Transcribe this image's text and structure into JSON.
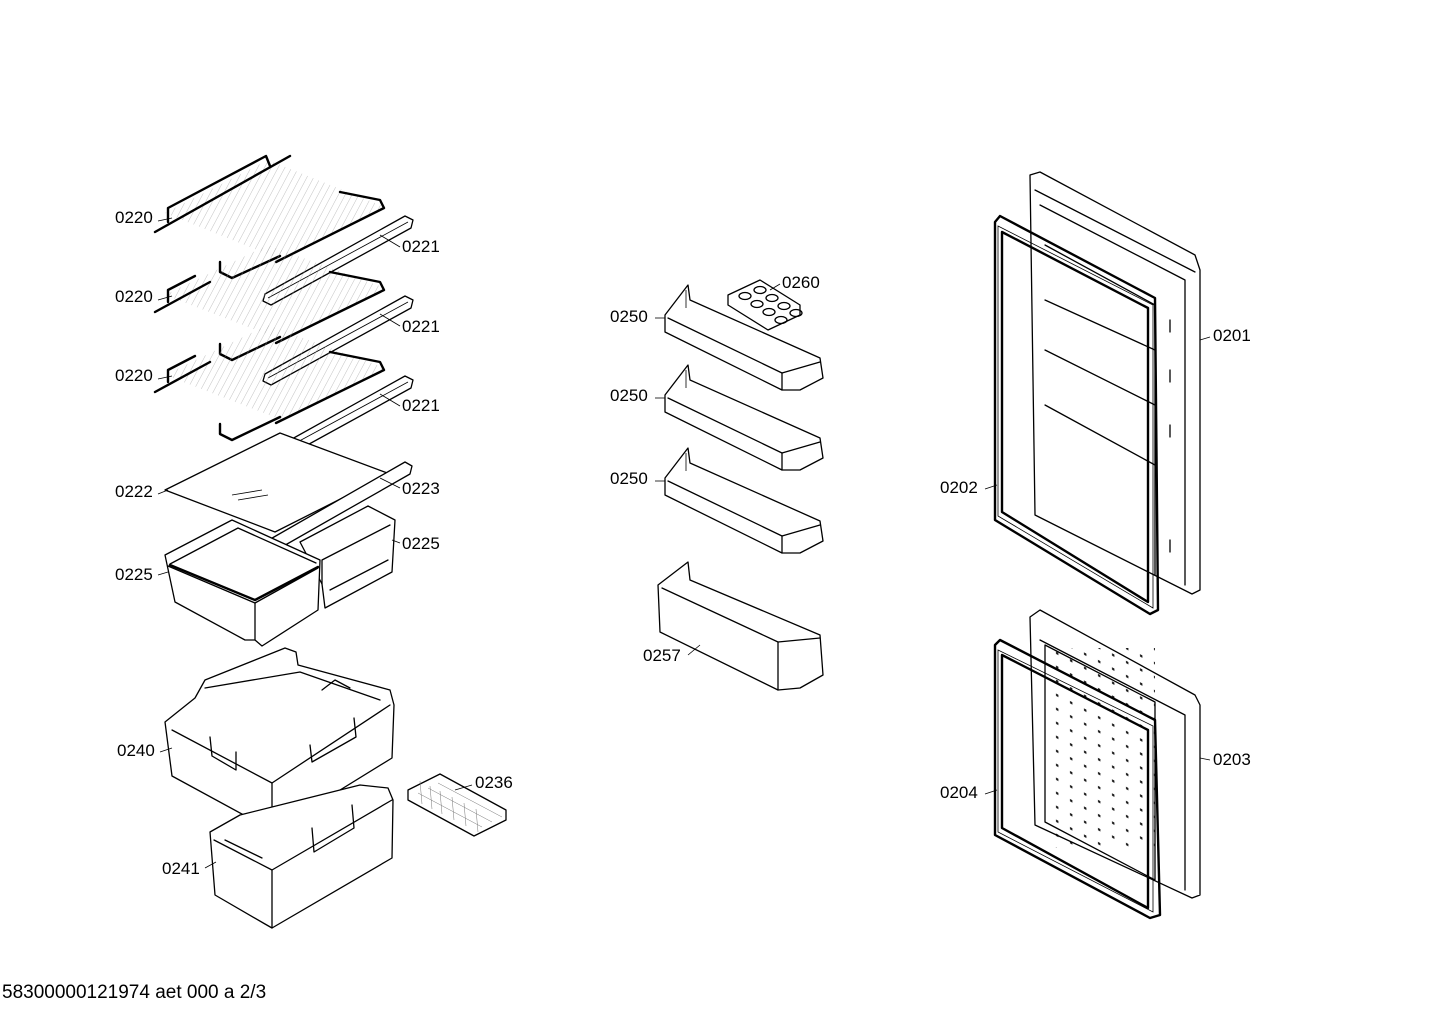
{
  "parts": [
    {
      "id": "p1",
      "label": "0220"
    },
    {
      "id": "p2",
      "label": "0221"
    },
    {
      "id": "p3",
      "label": "0220"
    },
    {
      "id": "p4",
      "label": "0221"
    },
    {
      "id": "p5",
      "label": "0220"
    },
    {
      "id": "p6",
      "label": "0221"
    },
    {
      "id": "p7",
      "label": "0222"
    },
    {
      "id": "p8",
      "label": "0223"
    },
    {
      "id": "p9",
      "label": "0225"
    },
    {
      "id": "p10",
      "label": "0225"
    },
    {
      "id": "p11",
      "label": "0240"
    },
    {
      "id": "p12",
      "label": "0236"
    },
    {
      "id": "p13",
      "label": "0241"
    },
    {
      "id": "p14",
      "label": "0260"
    },
    {
      "id": "p15",
      "label": "0250"
    },
    {
      "id": "p16",
      "label": "0250"
    },
    {
      "id": "p17",
      "label": "0250"
    },
    {
      "id": "p18",
      "label": "0257"
    },
    {
      "id": "p19",
      "label": "0201"
    },
    {
      "id": "p20",
      "label": "0202"
    },
    {
      "id": "p21",
      "label": "0203"
    },
    {
      "id": "p22",
      "label": "0204"
    }
  ],
  "footer": {
    "reference": "58300000121974 aet 000 a 2/3"
  }
}
